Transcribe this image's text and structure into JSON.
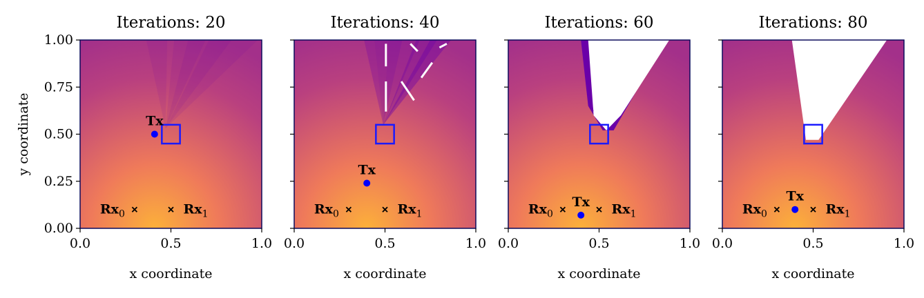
{
  "chart_data": [
    {
      "type": "heatmap",
      "title": "Iterations: 20",
      "xlabel": "x coordinate",
      "ylabel": "y coordinate",
      "xlim": [
        0,
        1
      ],
      "ylim": [
        0,
        1
      ],
      "xticks": [
        "0.0",
        "0.5",
        "1.0"
      ],
      "yticks": [
        "0.00",
        "0.25",
        "0.50",
        "0.75",
        "1.00"
      ],
      "tx": {
        "label": "Tx",
        "x": 0.41,
        "y": 0.5
      },
      "receivers": [
        {
          "label": "Rx",
          "sub": "0",
          "x": 0.3,
          "y": 0.1
        },
        {
          "label": "Rx",
          "sub": "1",
          "x": 0.5,
          "y": 0.1
        }
      ],
      "target_box": {
        "x": [
          0.45,
          0.55
        ],
        "y": [
          0.45,
          0.55
        ]
      },
      "shadow": "faint",
      "colormap": "plasma"
    },
    {
      "type": "heatmap",
      "title": "Iterations: 40",
      "xlabel": "x coordinate",
      "ylabel": "",
      "xlim": [
        0,
        1
      ],
      "ylim": [
        0,
        1
      ],
      "xticks": [
        "0.0",
        "0.5",
        "1.0"
      ],
      "yticks": [],
      "tx": {
        "label": "Tx",
        "x": 0.4,
        "y": 0.24
      },
      "receivers": [
        {
          "label": "Rx",
          "sub": "0",
          "x": 0.3,
          "y": 0.1
        },
        {
          "label": "Rx",
          "sub": "1",
          "x": 0.5,
          "y": 0.1
        }
      ],
      "target_box": {
        "x": [
          0.45,
          0.55
        ],
        "y": [
          0.45,
          0.55
        ]
      },
      "shadow": "streaks",
      "colormap": "plasma"
    },
    {
      "type": "heatmap",
      "title": "Iterations: 60",
      "xlabel": "x coordinate",
      "ylabel": "",
      "xlim": [
        0,
        1
      ],
      "ylim": [
        0,
        1
      ],
      "xticks": [
        "0.0",
        "0.5",
        "1.0"
      ],
      "yticks": [],
      "tx": {
        "label": "Tx",
        "x": 0.4,
        "y": 0.07
      },
      "receivers": [
        {
          "label": "Rx",
          "sub": "0",
          "x": 0.3,
          "y": 0.1
        },
        {
          "label": "Rx",
          "sub": "1",
          "x": 0.5,
          "y": 0.1
        }
      ],
      "target_box": {
        "x": [
          0.45,
          0.55
        ],
        "y": [
          0.45,
          0.55
        ]
      },
      "shadow": "wedge",
      "colormap": "plasma"
    },
    {
      "type": "heatmap",
      "title": "Iterations: 80",
      "xlabel": "x coordinate",
      "ylabel": "",
      "xlim": [
        0,
        1
      ],
      "ylim": [
        0,
        1
      ],
      "xticks": [
        "0.0",
        "0.5",
        "1.0"
      ],
      "yticks": [],
      "tx": {
        "label": "Tx",
        "x": 0.4,
        "y": 0.1
      },
      "receivers": [
        {
          "label": "Rx",
          "sub": "0",
          "x": 0.3,
          "y": 0.1
        },
        {
          "label": "Rx",
          "sub": "1",
          "x": 0.5,
          "y": 0.1
        }
      ],
      "target_box": {
        "x": [
          0.45,
          0.55
        ],
        "y": [
          0.45,
          0.55
        ]
      },
      "shadow": "wedge-clean",
      "colormap": "plasma"
    }
  ],
  "colors": {
    "tx": "#0000ff",
    "target_box": "#1a1aff",
    "receiver": "#000000",
    "frame": "#0a0a5c",
    "hot": "#fcb03a",
    "warm": "#ef7a5a",
    "cool": "#b9407f",
    "shadow": "#ffffff",
    "shadow_edge": "#6a00a8"
  }
}
